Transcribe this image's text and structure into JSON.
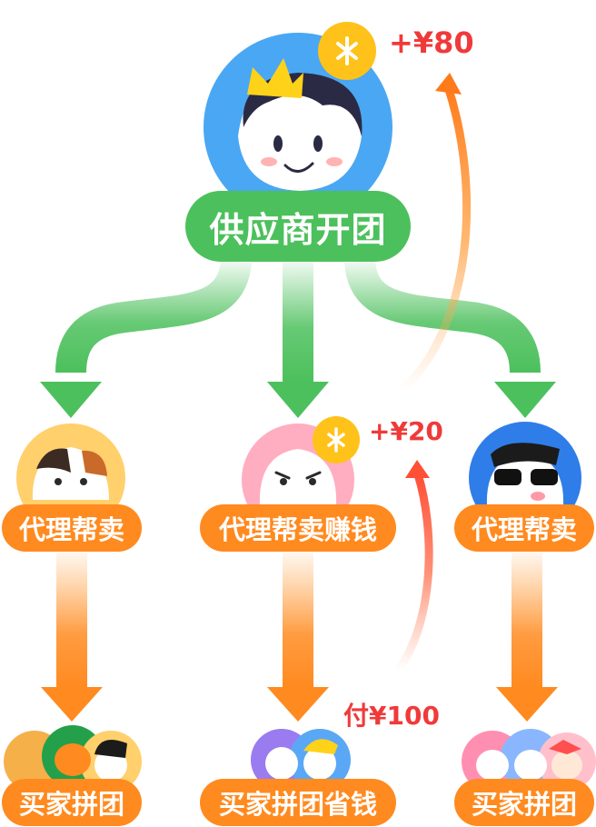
{
  "supplier": {
    "label": "供应商开团",
    "earning": "+¥80"
  },
  "agents": [
    {
      "label": "代理帮卖"
    },
    {
      "label": "代理帮卖赚钱",
      "earning": "+¥20"
    },
    {
      "label": "代理帮卖"
    }
  ],
  "buyers": [
    {
      "label": "买家拼团"
    },
    {
      "label": "买家拼团省钱",
      "payment": "付¥100"
    },
    {
      "label": "买家拼团"
    }
  ],
  "colors": {
    "green": "#4cc05c",
    "orange": "#ff8a1f",
    "red_text": "#f03a3a",
    "coin": "#ffc21a"
  },
  "icons": [
    "coin-icon",
    "crown-icon",
    "avatar"
  ]
}
